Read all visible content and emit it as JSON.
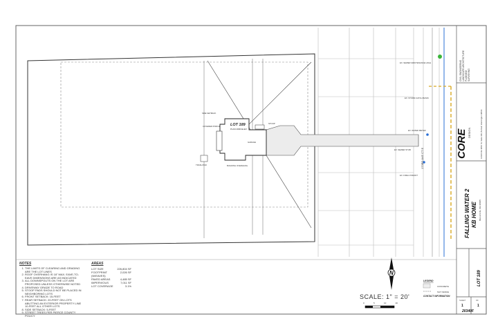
{
  "drawing": {
    "house_label": "LOT 189",
    "house_sublabel": "PLAN 2600 ELEV",
    "scale_label": "SCALE: 1\" = 20'",
    "scale_ticks": [
      "0",
      "5",
      "10",
      "20"
    ],
    "north_label": "N",
    "callouts": [
      "SIDE SETBACK",
      "COVERED PORCH",
      "GARAGE",
      "BUILDING OVERHANG",
      "STOOP",
      "TRASH PAD",
      "EX. WATER METER",
      "EX. SEWER STUB",
      "EX. STORM CATCH BASIN",
      "EX. FIRE HYDRANT",
      "EX. SEWER MAINTENANCE HOLE"
    ],
    "street_label": "173RD AVE CT E"
  },
  "notes": {
    "title": "NOTES",
    "items": [
      "THE LIMITS OF CLEARING AND GRADING ARE THE LOT LINES",
      "ROOF OVERHANG IS 18\" MAX. EAVE-TO-EAVE DIMENSIONS ARE AS INDICATED",
      "ALL DOWNSPOUTS ON THE LOT ARE PROPOSED UNLESS OTHERWISE NOTED",
      "DRIVEWAY GRADE TO ROAD",
      "STOOP PADS SHOULD NOT BE PLACED IN NEIGHBORING LOTS",
      "FRONT SETBACK: 15-FEET",
      "REAR SETBACK: 20-FEET ON LOTS ABUTTING AN EXTERIOR PROPERTY LINE 10-FEET ALL OTHER LOTS",
      "SIDE SETBACK: 5-FEET",
      "STREET TREES PER PIERCE COUNTY POLICY"
    ]
  },
  "areas": {
    "title": "AREAS",
    "rows": [
      {
        "label": "LOT SIZE",
        "value": "226,804 SF"
      },
      {
        "label": "FOOTPRINT",
        "value": "2,026 SF"
      },
      {
        "label": "(W/EAVES)",
        "value": ""
      },
      {
        "label": "PAVED AREAS",
        "value": "4,485 SF"
      },
      {
        "label": "IMPERVIOUS",
        "value": "7,011 SF"
      },
      {
        "label": "LOT COVERAGE",
        "value": "3.1%"
      }
    ]
  },
  "legend": {
    "title": "LEGEND",
    "items": [
      "CONCRETE",
      "SILT FENCE"
    ],
    "contact_title": "CONTACT INFORMATION"
  },
  "title_block": {
    "firm_services": [
      "CIVIL ENGINEERING",
      "LANDSCAPE ARCHITECTURE",
      "PLANNING",
      "SURVEYING"
    ],
    "firm_address": "12100 NE 195th St, Suite 300, Bothell, Washington 98011",
    "logo_text": "CORE",
    "logo_sub": "DESIGN",
    "project_name": "FALLING WATER 2",
    "client": "KB HOME",
    "client_address": "BELLEVUE, WA 98005",
    "lot_label": "LOT 189",
    "sheet_label": "SHEET",
    "sheet_num": "1",
    "of_label": "OF",
    "sheet_total": "1",
    "project_number": "20340F",
    "colors": {
      "logo": "#111111",
      "water_line": "#2a6fd6",
      "power_line": "#d8a820",
      "marker": "#3ab53a"
    }
  }
}
